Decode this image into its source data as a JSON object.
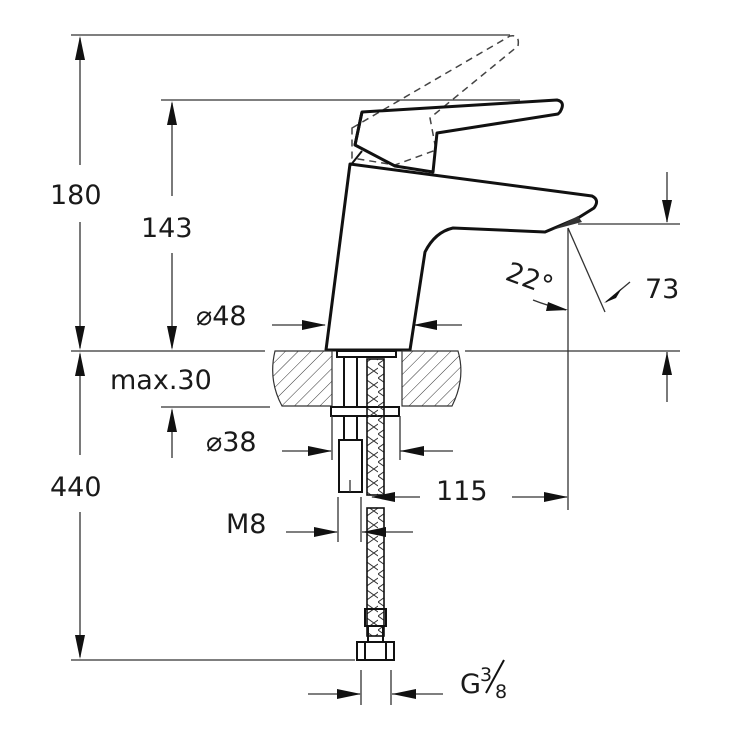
{
  "drawing": {
    "subject": "single-lever basin mixer technical dimension drawing",
    "colors": {
      "line": "#111111",
      "background": "#ffffff",
      "hatch": "#333333"
    },
    "dimensions": {
      "total_height": "180",
      "body_height": "143",
      "body_diameter": "⌀48",
      "countertop_thickness": "max.30",
      "hole_diameter": "⌀38",
      "hose_length": "440",
      "spout_reach": "115",
      "rod_thread": "M8",
      "spout_angle": "22°",
      "outlet_height": "73",
      "connection_thread_base": "G",
      "connection_thread_num": "3",
      "connection_thread_den": "8"
    }
  }
}
